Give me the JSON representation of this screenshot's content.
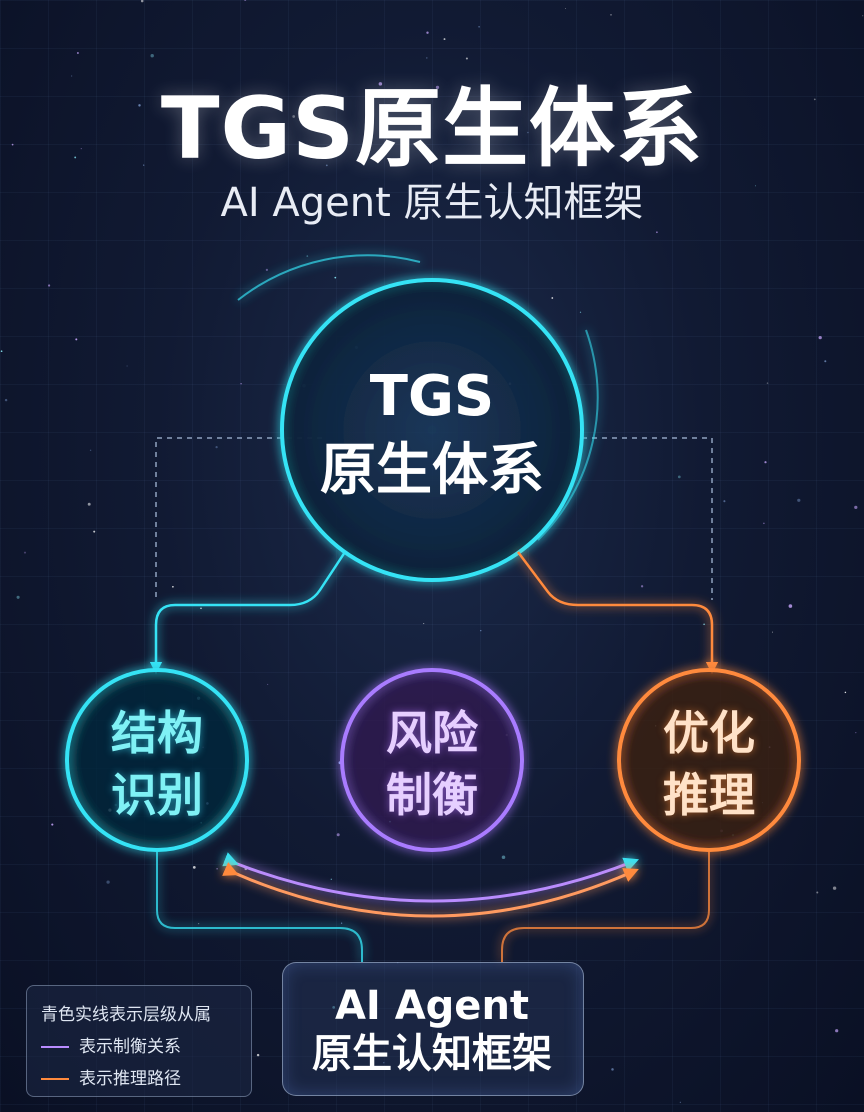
{
  "header": {
    "title": "TGS原生体系",
    "subtitle": "AI Agent 原生认知框架"
  },
  "nodes": {
    "main": "TGS\n原生体系",
    "structure": "结构\n识别",
    "risk": "风险\n制衡",
    "optimize": "优化\n推理",
    "bottom": "AI Agent\n原生认知框架"
  },
  "legend": {
    "hierarchy": "青色实线表示层级从属",
    "balance": "表示制衡关系",
    "inference": "表示推理路径"
  },
  "colors": {
    "cyan": "#36e3f5",
    "purple": "#a97bff",
    "orange": "#ff8a3d",
    "background": "#111a33"
  }
}
